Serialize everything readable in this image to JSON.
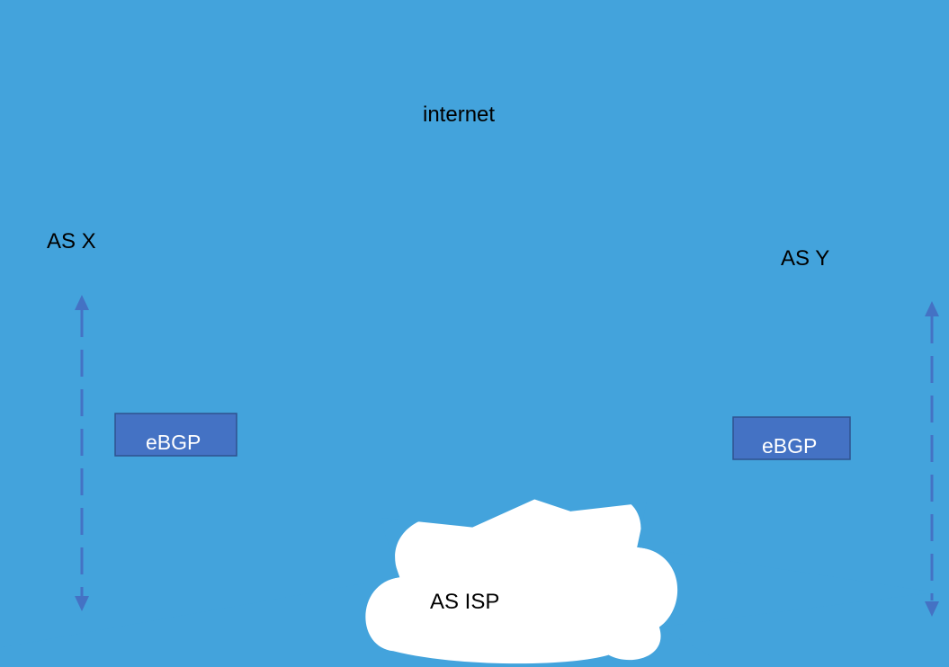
{
  "diagram": {
    "clouds": {
      "internet": "internet",
      "as_x": "AS X",
      "as_y": "AS Y",
      "as_isp": "AS ISP"
    },
    "badges": {
      "left": "eBGP",
      "right": "eBGP"
    }
  },
  "colors": {
    "cloud_outline": "#43a3dc",
    "link": "#1a6fb8",
    "badge_fill": "#4472c4",
    "badge_border": "#2f528f",
    "arrow": "#4472c4"
  }
}
